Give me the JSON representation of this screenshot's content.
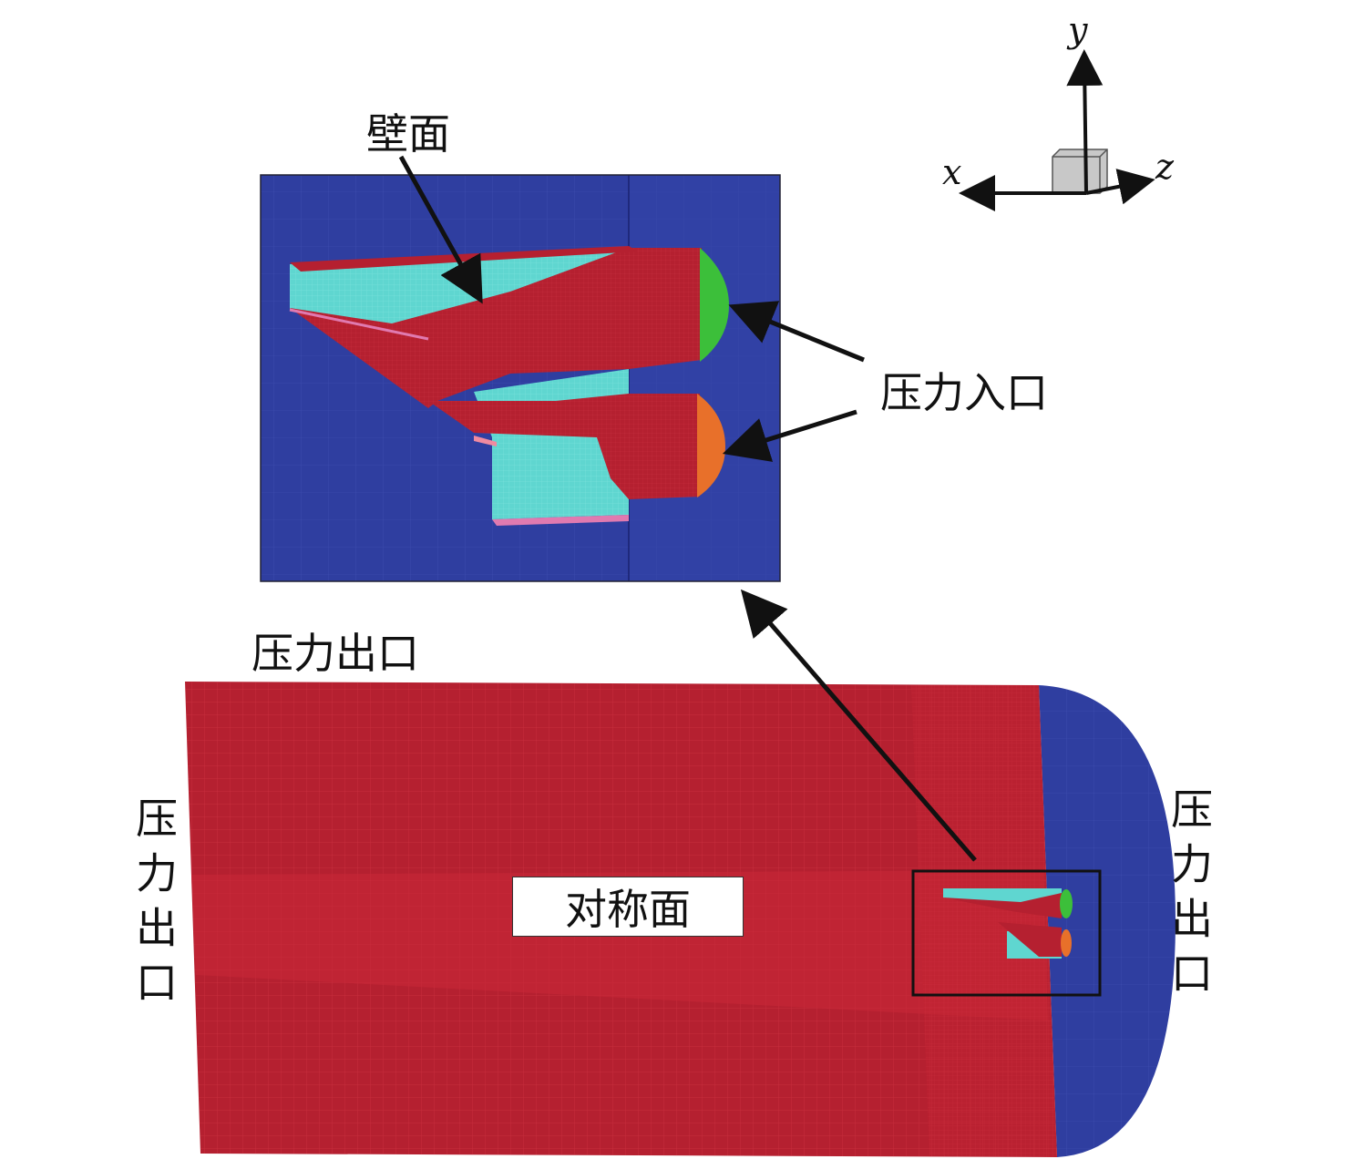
{
  "labels": {
    "wall": "壁面",
    "pressure_inlet": "压力入口",
    "pressure_outlet_top": "压力出口",
    "pressure_outlet_left": "压力出口",
    "pressure_outlet_right": "压力出口",
    "symmetry_plane": "对称面"
  },
  "axes": {
    "x": "x",
    "y": "y",
    "z": "z"
  },
  "colors": {
    "domain_red": "#b52030",
    "far_field_blue": "#2f3ea0",
    "wall_cyan": "#5fd6d0",
    "inlet_green": "#3cbf3a",
    "inlet_orange": "#e8702a",
    "edge_pink": "#e07ab0",
    "arrow": "#111111"
  }
}
